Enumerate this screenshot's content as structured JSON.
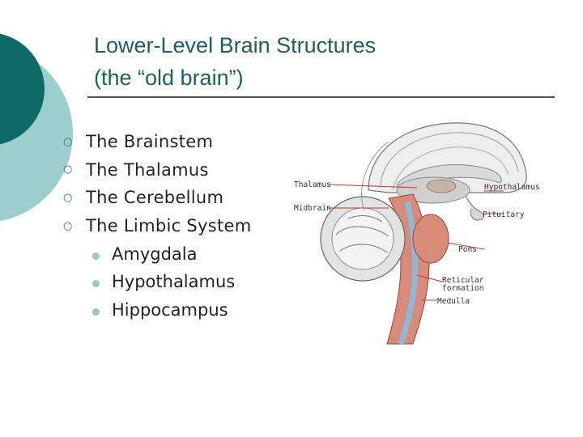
{
  "slide": {
    "title_line1": "Lower-Level Brain Structures",
    "title_line2": "(the “old brain”)"
  },
  "bullets": [
    {
      "text": "The Brainstem"
    },
    {
      "text": "The Thalamus"
    },
    {
      "text": "The Cerebellum"
    },
    {
      "text": "The Limbic System"
    }
  ],
  "sub_bullets": [
    {
      "text": "Amygdala"
    },
    {
      "text": "Hypothalamus"
    },
    {
      "text": "Hippocampus"
    }
  ],
  "diagram": {
    "labels": {
      "thalamus": "Thalamus",
      "midbrain": "Midbrain",
      "hypothalamus": "Hypothalamus",
      "pituitary": "Pituitary",
      "pons": "Pons",
      "reticular_1": "Reticular",
      "reticular_2": "formation",
      "medulla": "Medulla"
    }
  },
  "colors": {
    "teal_dark": "#0e6a67",
    "teal_light": "#9ccfcb",
    "title_text": "#1f5f5b",
    "leader_line": "#c0392b"
  }
}
